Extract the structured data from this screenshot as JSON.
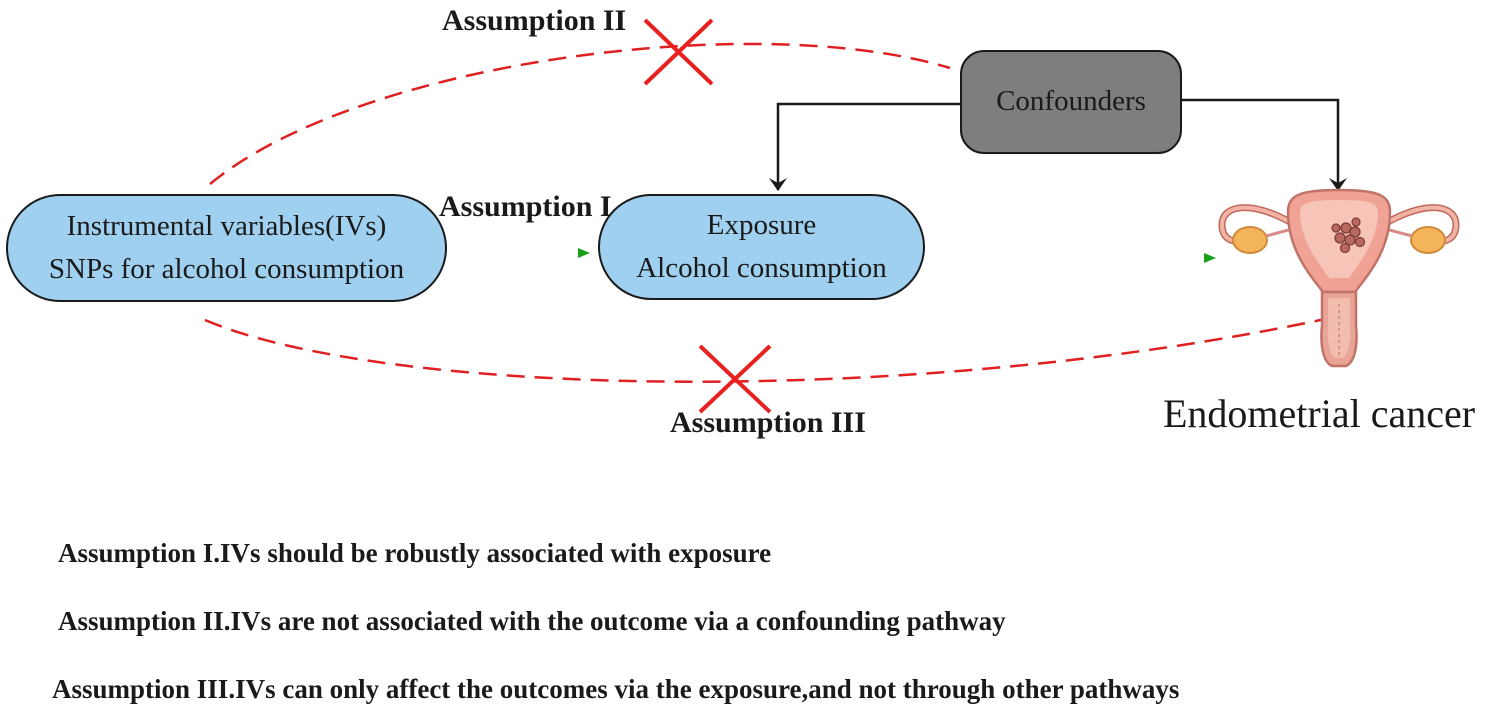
{
  "nodes": {
    "iv": {
      "line1": "Instrumental variables(IVs)",
      "line2": "SNPs for alcohol consumption"
    },
    "exposure": {
      "line1": "Exposure",
      "line2": "Alcohol consumption"
    },
    "confounders": {
      "label": "Confounders"
    },
    "outcome": {
      "label": "Endometrial cancer",
      "icon": "uterus-icon"
    }
  },
  "assumption_labels": {
    "a1": "Assumption I",
    "a2": "Assumption II",
    "a3": "Assumption III"
  },
  "notes": [
    "Assumption I.IVs should be robustly associated with exposure",
    "Assumption II.IVs are not associated with the outcome via a confounding pathway",
    "Assumption III.IVs can only affect the outcomes via the exposure,and not through other pathways"
  ],
  "colors": {
    "node_fill": "#9fd0ef",
    "confounder_fill": "#7e7e7e",
    "causal_arrow": "#1a9a1a",
    "violated_path": "#e02020",
    "confounder_arrow": "#1a1a1a"
  }
}
